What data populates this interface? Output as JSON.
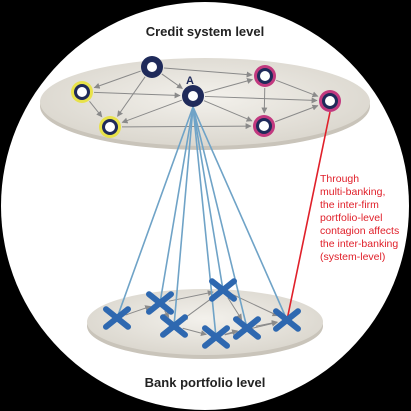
{
  "titles": {
    "top": "Credit system level",
    "bottom": "Bank portfolio level"
  },
  "node_label": "A",
  "annotation": [
    "Through",
    "multi-banking,",
    "the inter-firm",
    "portfolio-level",
    "contagion affects",
    "the inter-banking",
    "(system-level)"
  ],
  "colors": {
    "background": "#000000",
    "circle": "#ffffff",
    "plane": "#e9e6df",
    "navy": "#1f2a5a",
    "yellow": "#e8e24a",
    "magenta": "#c2397f",
    "cross": "#2e68b0",
    "link": "#6fa3c7",
    "red": "#e0202a"
  },
  "top_nodes": [
    {
      "id": "y1",
      "type": "yellow"
    },
    {
      "id": "n1",
      "type": "navy"
    },
    {
      "id": "A",
      "type": "navy"
    },
    {
      "id": "m1",
      "type": "magenta"
    },
    {
      "id": "y2",
      "type": "yellow"
    },
    {
      "id": "m2",
      "type": "magenta"
    },
    {
      "id": "m3",
      "type": "magenta"
    }
  ],
  "top_edges": [
    [
      "n1",
      "y1"
    ],
    [
      "n1",
      "m1"
    ],
    [
      "n1",
      "A"
    ],
    [
      "n1",
      "y2"
    ],
    [
      "y1",
      "A"
    ],
    [
      "y1",
      "y2"
    ],
    [
      "A",
      "y2"
    ],
    [
      "A",
      "m1"
    ],
    [
      "A",
      "m2"
    ],
    [
      "A",
      "m3"
    ],
    [
      "m1",
      "m2"
    ],
    [
      "m1",
      "m3"
    ],
    [
      "m2",
      "m3"
    ],
    [
      "y2",
      "m2"
    ]
  ],
  "bottom_nodes": [
    "b1",
    "b2",
    "b3",
    "b4",
    "b5",
    "b6",
    "b7"
  ],
  "bottom_edges": [
    [
      "b1",
      "b2"
    ],
    [
      "b2",
      "b4"
    ],
    [
      "b3",
      "b4"
    ],
    [
      "b2",
      "b3"
    ],
    [
      "b3",
      "b7"
    ],
    [
      "b4",
      "b5"
    ],
    [
      "b5",
      "b6"
    ],
    [
      "b5",
      "b7"
    ],
    [
      "b6",
      "b7"
    ],
    [
      "b3",
      "b6"
    ]
  ],
  "cross_links": [
    [
      "A",
      "b1"
    ],
    [
      "A",
      "b2"
    ],
    [
      "A",
      "b3"
    ],
    [
      "A",
      "b4"
    ],
    [
      "A",
      "b5"
    ],
    [
      "A",
      "b6"
    ],
    [
      "A",
      "b7"
    ]
  ],
  "red_link": [
    "m3",
    "b7"
  ]
}
